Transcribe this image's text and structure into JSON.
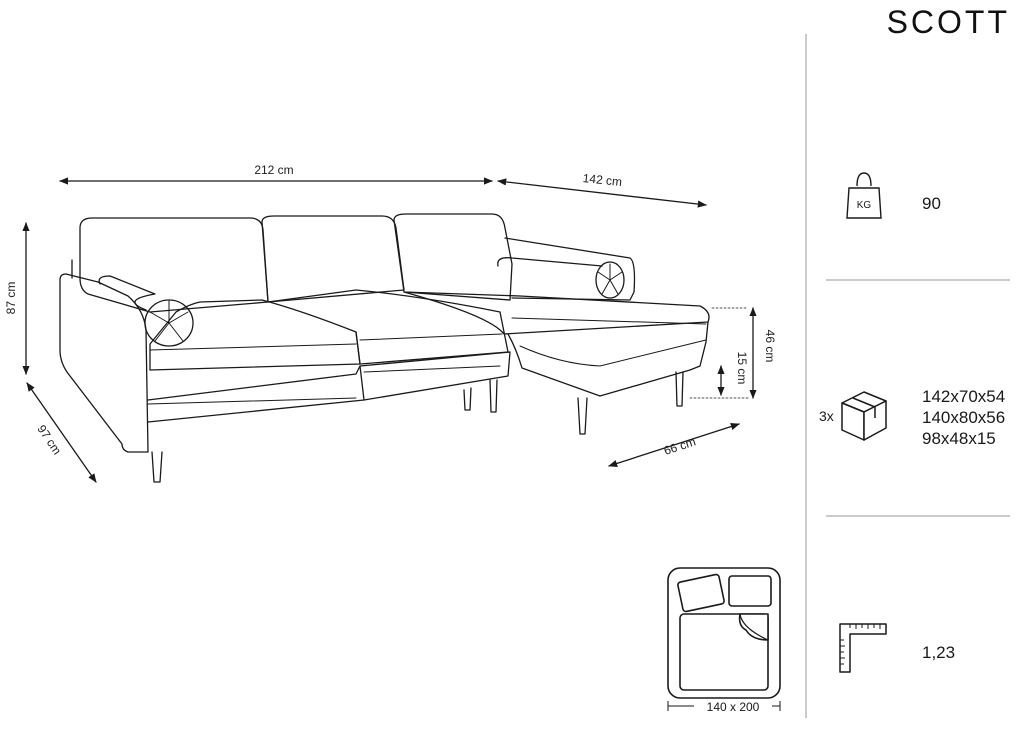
{
  "product": {
    "name": "SCOTT"
  },
  "dimensions": {
    "width_main": "212 cm",
    "width_chaise": "142 cm",
    "height": "87 cm",
    "depth": "97 cm",
    "chaise_depth": "66 cm",
    "seat_height": "46 cm",
    "leg_height": "15 cm"
  },
  "specs": {
    "weight": {
      "icon": "kg-weight-icon",
      "icon_label": "KG",
      "value": "90"
    },
    "packages": {
      "icon": "package-box-icon",
      "count": "3x",
      "sizes": [
        "142x70x54",
        "140x80x56",
        "98x48x15"
      ]
    },
    "bed": {
      "icon": "bed-icon",
      "size": "140 x 200"
    },
    "sleeping_height": {
      "icon": "ruler-corner-icon",
      "value": "1,23"
    }
  },
  "colors": {
    "line": "#1a1a1a",
    "divider": "#9a9a9a"
  }
}
